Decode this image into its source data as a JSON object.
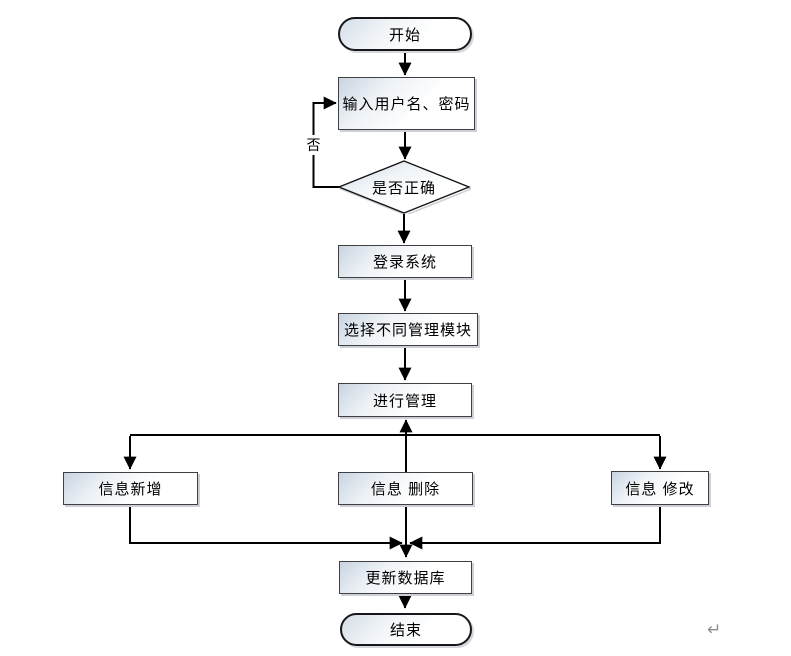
{
  "flowchart": {
    "nodes": {
      "start": "开始",
      "input_credentials": "输入用户名、密码",
      "decision_correct": "是否正确",
      "login_system": "登录系统",
      "select_module": "选择不同管理模块",
      "manage": "进行管理",
      "info_add": "信息新增",
      "info_delete": "信息 删除",
      "info_modify": "信息 修改",
      "update_database": "更新数据库",
      "end": "结束"
    },
    "edge_labels": {
      "no": "否"
    },
    "colors": {
      "line": "#000000",
      "shape_border": "#3f3f46",
      "terminator_border": "#17171b",
      "shape_fill_top": "#c9d4e1",
      "shape_fill_bottom": "#ffffff",
      "shadow": "#cdd1d7",
      "paragraph_mark": "#8f8f8f"
    }
  },
  "document": {
    "paragraph_mark": "↵"
  }
}
